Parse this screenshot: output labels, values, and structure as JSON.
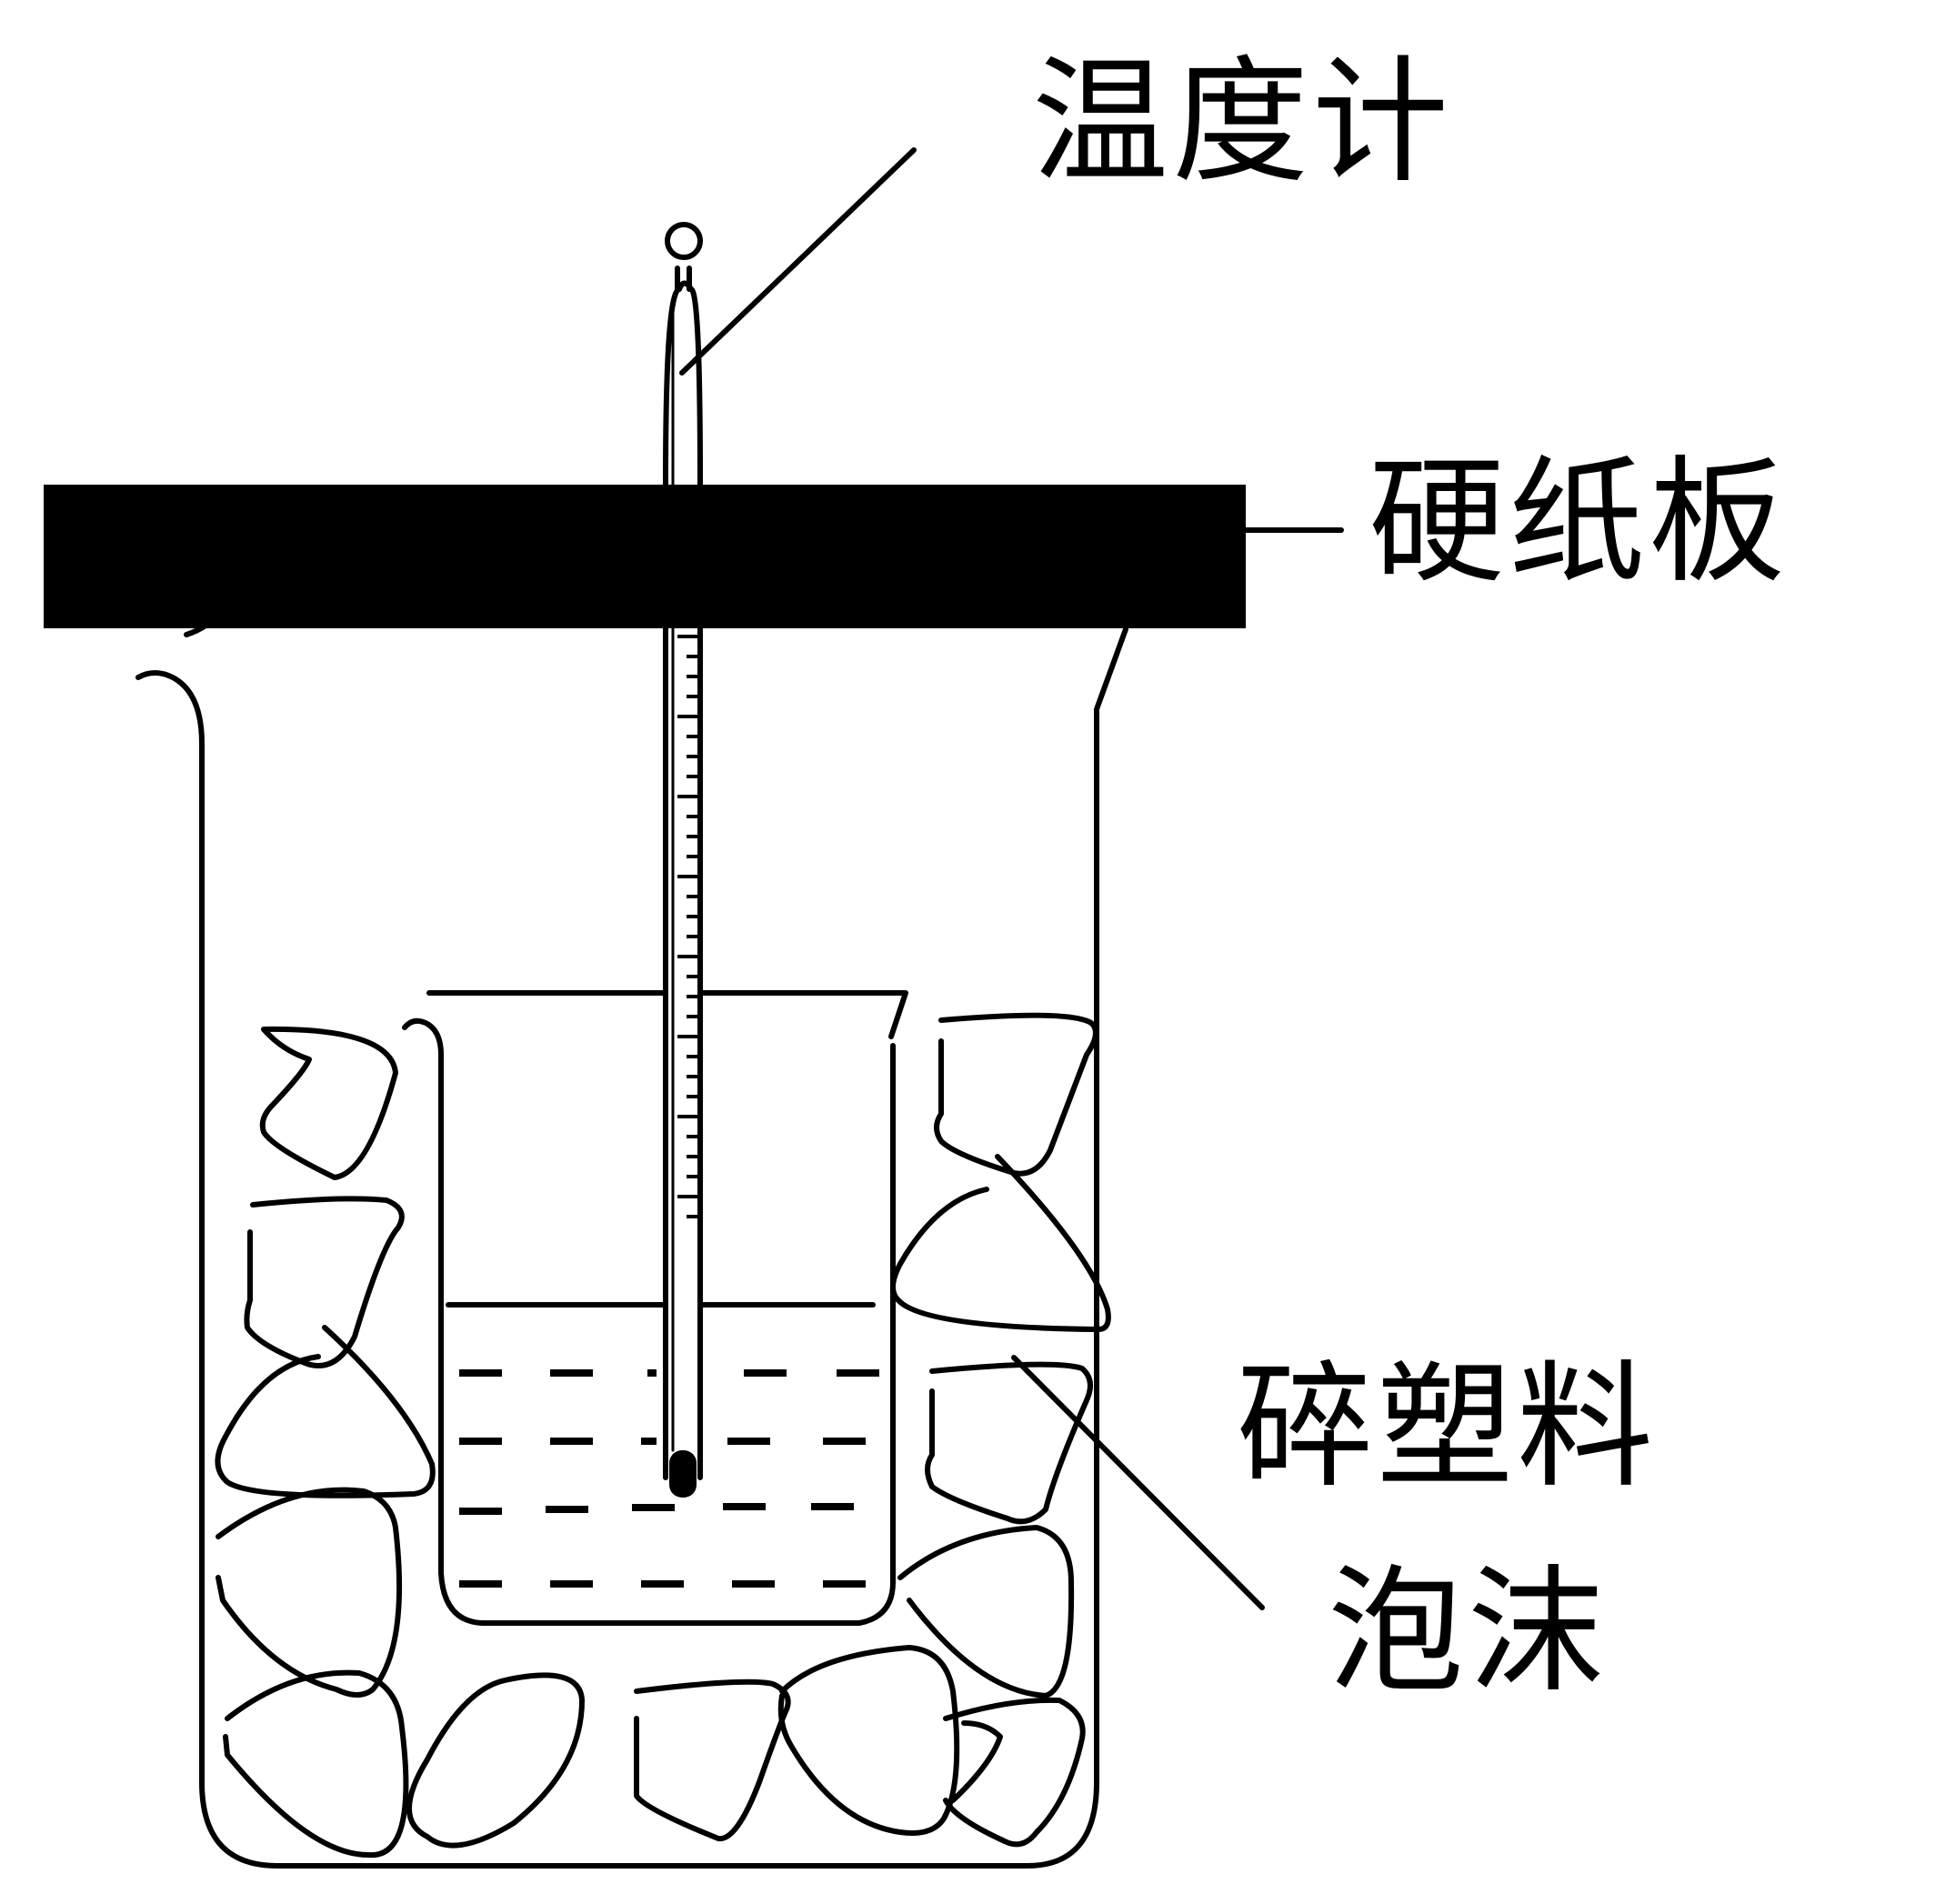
{
  "labels": {
    "thermometer": "温度计",
    "cardboard": "硬纸板",
    "foam_line1": "碎塑料",
    "foam_line2": "泡沫"
  },
  "colors": {
    "ink": "#000000",
    "paper": "#ffffff"
  }
}
